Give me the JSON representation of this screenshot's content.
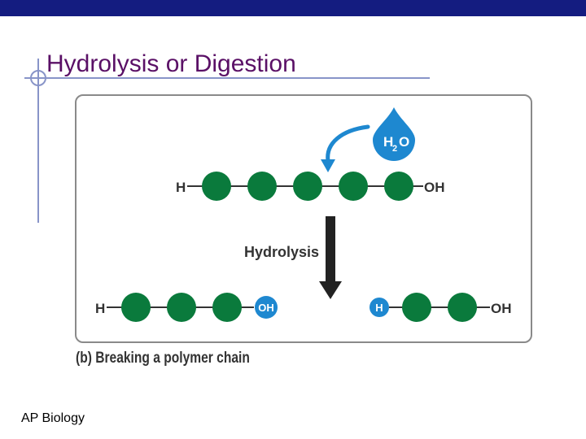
{
  "slide": {
    "title": "Hydrolysis or Digestion",
    "footer": "AP Biology",
    "colors": {
      "top_bar": "#141c80",
      "title": "#5a1066",
      "monomer": "#0a7a3c",
      "accent_blue": "#1e88d0"
    }
  },
  "diagram": {
    "water_label_h": "H",
    "water_label_sub": "2",
    "water_label_o": "O",
    "top_chain": {
      "left_end": "H",
      "right_end": "OH",
      "monomers": 5
    },
    "process_label": "Hydrolysis",
    "bottom_left_chain": {
      "left_end": "H",
      "right_end_badge": "OH",
      "monomers": 3
    },
    "bottom_right_chain": {
      "left_end_badge": "H",
      "right_end": "OH",
      "monomers": 2
    },
    "caption": "(b) Breaking a polymer chain"
  }
}
